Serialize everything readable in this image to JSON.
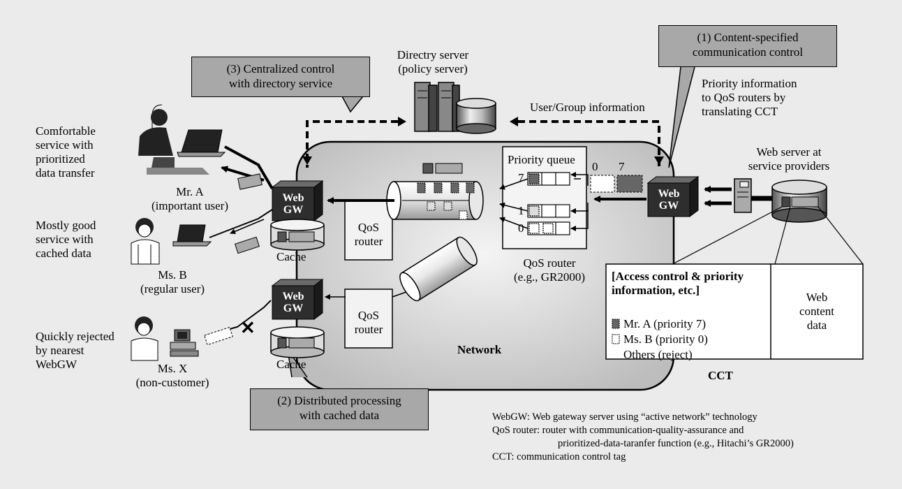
{
  "callouts": {
    "content_spec_1": "(1) Content-specified",
    "content_spec_2": "communication control",
    "centralized_1": "(3) Centralized control",
    "centralized_2": "with directory service",
    "distributed_1": "(2) Distributed processing",
    "distributed_2": "with cached data"
  },
  "directory_server": {
    "line1": "Directry server",
    "line2": "(policy server)"
  },
  "user_group_info": "User/Group information",
  "priority_info": {
    "line1": "Priority information",
    "line2": "to QoS routers by",
    "line3": "translating CCT"
  },
  "web_server": {
    "line1": "Web server at",
    "line2": "service providers"
  },
  "users": {
    "mr_a": {
      "desc": [
        "Comfortable",
        "service with",
        "prioritized",
        "data transfer"
      ],
      "name": "Mr. A",
      "role": "(important user)"
    },
    "ms_b": {
      "desc": [
        "Mostly good",
        "service with",
        "cached data"
      ],
      "name": "Ms. B",
      "role": "(regular user)"
    },
    "ms_x": {
      "desc": [
        "Quickly rejected",
        "by nearest",
        "WebGW"
      ],
      "name": "Ms. X",
      "role": "(non-customer)"
    }
  },
  "web_gw": {
    "line1": "Web",
    "line2": "GW"
  },
  "cache_label": "Cache",
  "qos_router_label": {
    "line1": "QoS",
    "line2": "router"
  },
  "priority_queue": {
    "title": "Priority queue",
    "levels": [
      "7",
      "1",
      "0"
    ]
  },
  "cct_scale": {
    "low": "0",
    "high": "7"
  },
  "qos_router_main": {
    "line1": "QoS router",
    "line2": "(e.g., GR2000)"
  },
  "network_label": "Network",
  "cct_box": {
    "heading1": "[Access control & priority",
    "heading2": "information, etc.]",
    "entries": [
      "Mr. A (priority 7)",
      "Ms. B (priority 0)",
      "Others (reject)"
    ],
    "content1": "Web",
    "content2": "content",
    "content3": "data"
  },
  "cct_label": "CCT",
  "legend": {
    "webgw": "WebGW:  Web gateway server using “active network” technology",
    "qos1": "QoS router:  router with communication-quality-assurance and",
    "qos2": "prioritized-data-taranfer function (e.g., Hitachi’s GR2000)",
    "cct": "CCT:  communication control tag"
  },
  "colors": {
    "background": "#ebebeb",
    "callout": "#a8a8a8",
    "gateway": "#2e2e2e",
    "network_fill": "#d6d6d6"
  }
}
